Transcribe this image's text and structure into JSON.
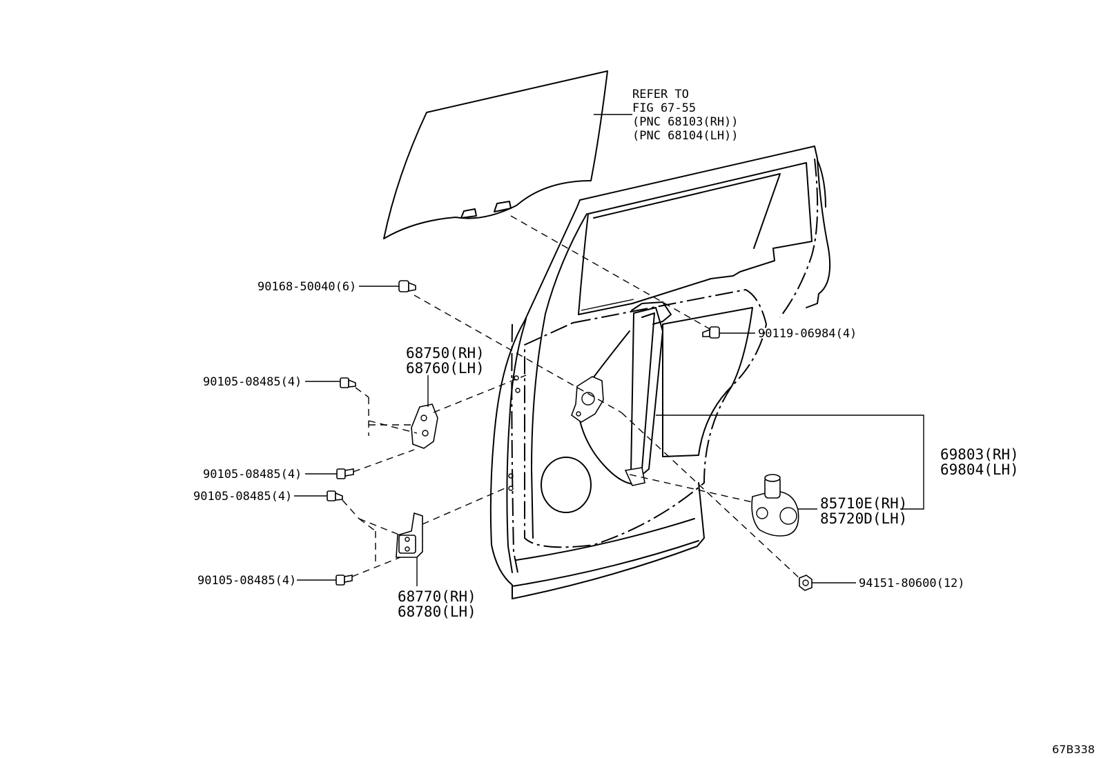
{
  "labels": {
    "glass_ref": [
      "REFER TO",
      "FIG 67-55",
      "(PNC 68103(RH))",
      "(PNC 68104(LH))"
    ],
    "bolt_top": "90168-50040(6)",
    "bolt_right": "90119-06984(4)",
    "hinge_upper": [
      "68750(RH)",
      "68760(LH)"
    ],
    "hinge_lower": [
      "68770(RH)",
      "68780(LH)"
    ],
    "bolt_hinge_1": "90105-08485(4)",
    "bolt_hinge_2": "90105-08485(4)",
    "bolt_hinge_3": "90105-08485(4)",
    "bolt_hinge_4": "90105-08485(4)",
    "regulator": [
      "69803(RH)",
      "69804(LH)"
    ],
    "motor": [
      "85710E(RH)",
      "85720D(LH)"
    ],
    "nut": "94151-80600(12)",
    "figure_code": "67B338"
  }
}
